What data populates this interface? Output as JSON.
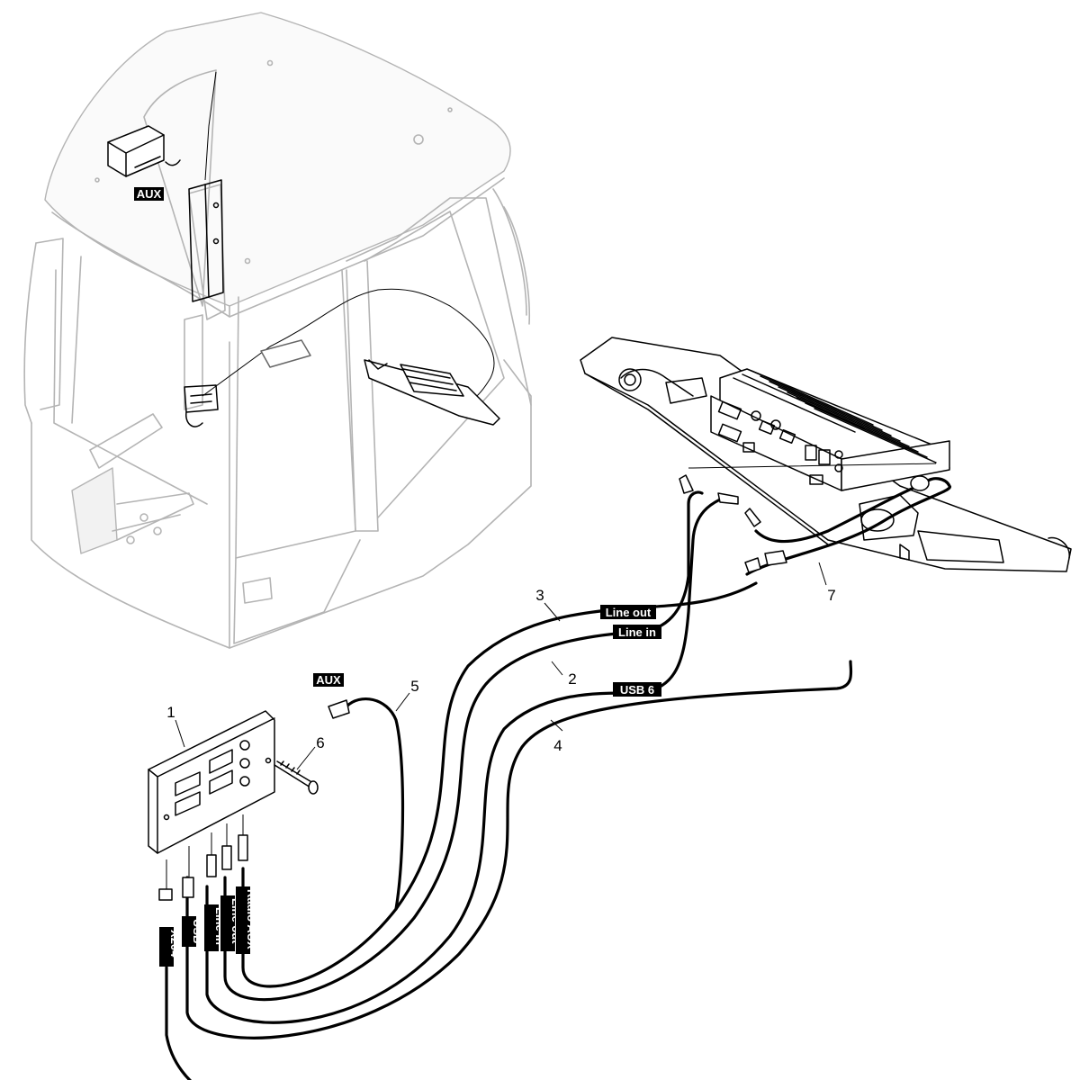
{
  "labels": {
    "aux_cab": "AUX",
    "aux_cable": "AUX",
    "line_out_top": "Line out",
    "line_in_top": "Line in",
    "usb6": "USB 6",
    "x204": "X204",
    "usb": "USB",
    "line_in_bottom": "Line in",
    "line_out_bottom": "Line out",
    "radio_aux": "Radio AUX"
  },
  "callouts": {
    "n1": "1",
    "n2": "2",
    "n3": "3",
    "n4": "4",
    "n5": "5",
    "n6": "6",
    "n7": "7"
  }
}
